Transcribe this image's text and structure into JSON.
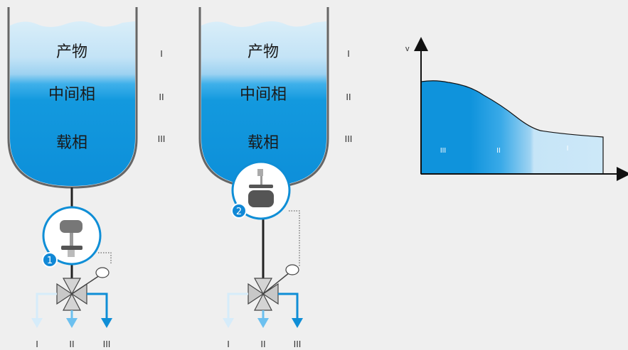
{
  "tanks": [
    {
      "layer_product": "产物",
      "layer_interphase": "中间相",
      "layer_carrier": "载相",
      "roman": [
        "I",
        "II",
        "III"
      ],
      "badge": "1",
      "outlets": [
        "I",
        "II",
        "III"
      ]
    },
    {
      "layer_product": "产物",
      "layer_interphase": "中间相",
      "layer_carrier": "载相",
      "roman": [
        "I",
        "II",
        "III"
      ],
      "badge": "2",
      "outlets": [
        "I",
        "II",
        "III"
      ]
    }
  ],
  "profile": {
    "y_axis_label": "v",
    "regions": [
      "III",
      "II",
      "I"
    ]
  },
  "colors": {
    "product": "#cfe7f7",
    "interphase": "#4fb3ea",
    "carrier": "#0f93dc",
    "outline": "#666666",
    "badge": "#1188d6"
  },
  "icons": [
    "sensor-icon",
    "three-way-valve-icon",
    "arrow-down-icon"
  ]
}
